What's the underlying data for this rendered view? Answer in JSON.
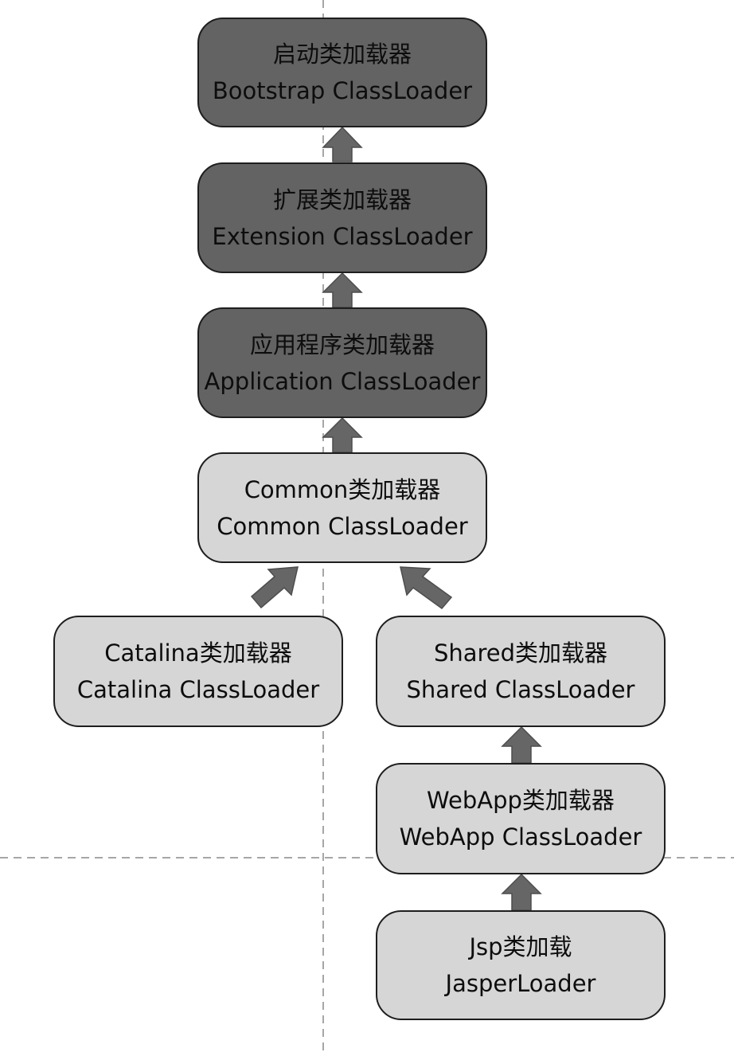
{
  "nodes": [
    {
      "id": "bootstrap",
      "zh": "启动类加载器",
      "en": "Bootstrap ClassLoader",
      "fill": "#636363"
    },
    {
      "id": "extension",
      "zh": "扩展类加载器",
      "en": "Extension ClassLoader",
      "fill": "#636363"
    },
    {
      "id": "application",
      "zh": "应用程序类加载器",
      "en": "Application ClassLoader",
      "fill": "#636363"
    },
    {
      "id": "common",
      "zh": "Common类加载器",
      "en": "Common ClassLoader",
      "fill": "#d6d6d6"
    },
    {
      "id": "catalina",
      "zh": "Catalina类加载器",
      "en": "Catalina ClassLoader",
      "fill": "#d6d6d6"
    },
    {
      "id": "shared",
      "zh": "Shared类加载器",
      "en": "Shared ClassLoader",
      "fill": "#d6d6d6"
    },
    {
      "id": "webapp",
      "zh": "WebApp类加载器",
      "en": "WebApp ClassLoader",
      "fill": "#d6d6d6"
    },
    {
      "id": "jsp",
      "zh": "Jsp类加载",
      "en": "JasperLoader",
      "fill": "#d6d6d6"
    }
  ],
  "edges": [
    {
      "from": "extension",
      "to": "bootstrap"
    },
    {
      "from": "application",
      "to": "extension"
    },
    {
      "from": "common",
      "to": "application"
    },
    {
      "from": "catalina",
      "to": "common"
    },
    {
      "from": "shared",
      "to": "common"
    },
    {
      "from": "webapp",
      "to": "shared"
    },
    {
      "from": "jsp",
      "to": "webapp"
    }
  ],
  "colors": {
    "arrow": "#666666",
    "outline": "#1e1e1e",
    "divider": "#a6a6a6"
  }
}
